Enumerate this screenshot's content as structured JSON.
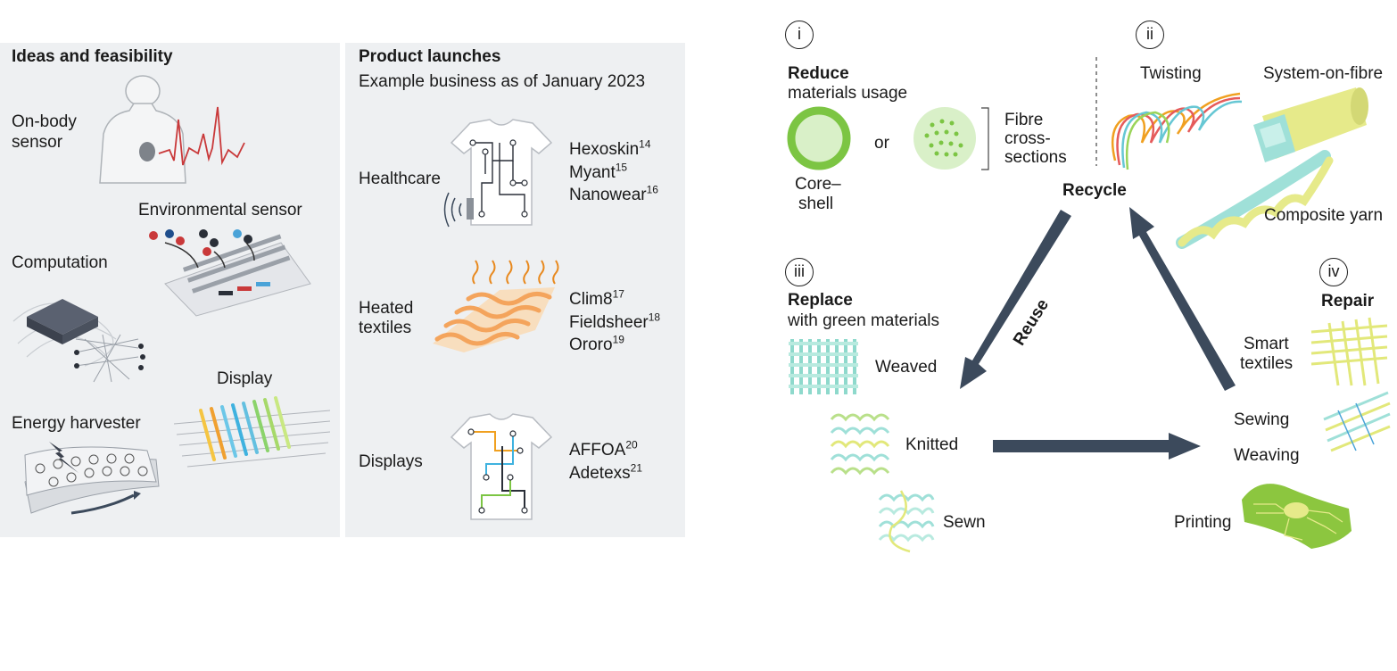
{
  "left_panel": {
    "title": "Ideas and feasibility",
    "items": {
      "on_body": "On-body sensor",
      "on_body_l1": "On-body",
      "on_body_l2": "sensor",
      "environmental": "Environmental sensor",
      "computation": "Computation",
      "display": "Display",
      "energy": "Energy harvester"
    }
  },
  "middle_panel": {
    "title": "Product launches",
    "subtitle": "Example business as of January 2023",
    "rows": [
      {
        "category": "Healthcare",
        "companies": [
          {
            "name": "Hexoskin",
            "ref": "14"
          },
          {
            "name": "Myant",
            "ref": "15"
          },
          {
            "name": "Nanowear",
            "ref": "16"
          }
        ]
      },
      {
        "category_l1": "Heated",
        "category_l2": "textiles",
        "companies": [
          {
            "name": "Clim8",
            "ref": "17"
          },
          {
            "name": "Fieldsheer",
            "ref": "18"
          },
          {
            "name": "Ororo",
            "ref": "19"
          }
        ]
      },
      {
        "category": "Displays",
        "companies": [
          {
            "name": "AFFOA",
            "ref": "20"
          },
          {
            "name": "Adetexs",
            "ref": "21"
          }
        ]
      }
    ]
  },
  "right_panel": {
    "i": {
      "numeral": "i",
      "title": "Reduce",
      "subtitle": "materials usage",
      "core_l1": "Core–",
      "core_l2": "shell",
      "or": "or",
      "fibre_l1": "Fibre",
      "fibre_l2": "cross-",
      "fibre_l3": "sections"
    },
    "ii": {
      "numeral": "ii",
      "twisting": "Twisting",
      "system_on_fibre": "System-on-fibre",
      "composite_yarn": "Composite yarn"
    },
    "iii": {
      "numeral": "iii",
      "title": "Replace",
      "subtitle": "with green materials",
      "weaved": "Weaved",
      "knitted": "Knitted",
      "sewn": "Sewn"
    },
    "iv": {
      "numeral": "iv",
      "title": "Repair",
      "smart_l1": "Smart",
      "smart_l2": "textiles",
      "sewing": "Sewing",
      "weaving": "Weaving",
      "printing": "Printing"
    },
    "cycle": {
      "recycle": "Recycle",
      "reuse": "Reuse"
    }
  },
  "colors": {
    "panel": "#eef0f2",
    "arrow": "#3c4a5c",
    "green": "#7cc543",
    "light_green": "#d9f0c8",
    "red": "#c9393a"
  }
}
